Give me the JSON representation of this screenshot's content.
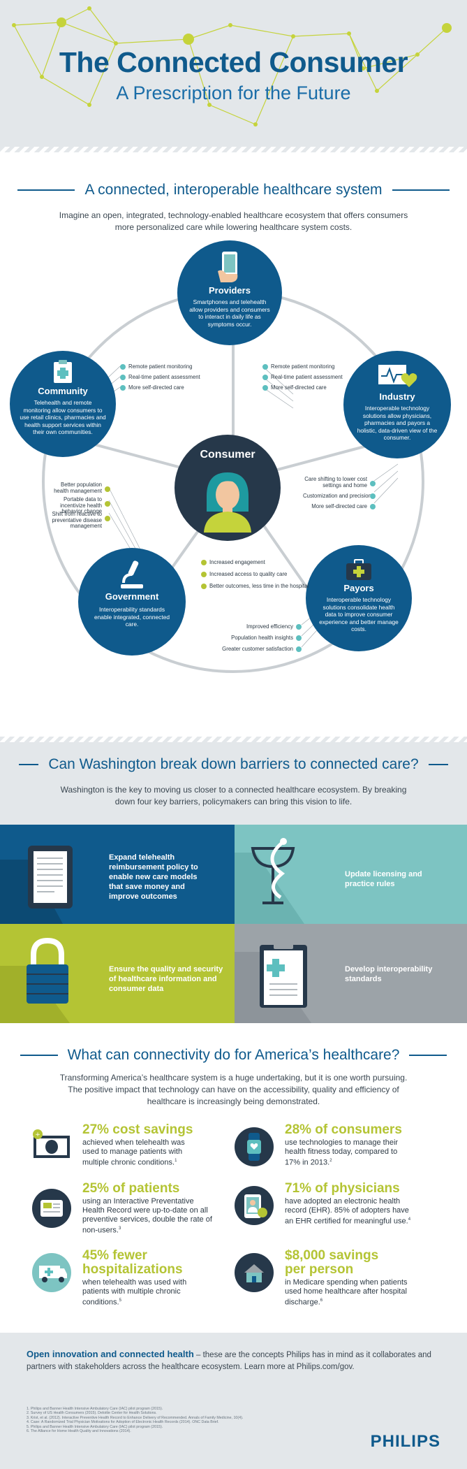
{
  "header": {
    "title": "The Connected Consumer",
    "subtitle": "A Prescription for the Future"
  },
  "ecosystem": {
    "heading": "A connected, interoperable healthcare system",
    "intro": "Imagine an open, integrated, technology-enabled healthcare ecosystem that offers consumers more personalized care while lowering healthcare system costs.",
    "consumer": {
      "title": "Consumer",
      "benefits": [
        "Increased engagement",
        "Increased access to quality care",
        "Better outcomes, less time in the hospital"
      ]
    },
    "providers": {
      "title": "Providers",
      "desc": "Smartphones and telehealth allow providers and consumers to interact in daily life as symptoms occur.",
      "benefits_left": [
        "Remote patient monitoring",
        "Real-time patient assessment",
        "More self-directed care"
      ],
      "benefits_right": [
        "Remote patient monitoring",
        "Real-time patient assessment",
        "More self-directed care"
      ]
    },
    "community": {
      "title": "Community",
      "desc": "Telehealth and remote monitoring allow consumers to use retail clinics, pharmacies and health support services within their own communities."
    },
    "industry": {
      "title": "Industry",
      "desc": "Interoperable technology solutions allow physicians, pharmacies and payors a holistic, data-driven view of the consumer.",
      "benefits": [
        "Care shifting to lower cost settings and home",
        "Customization and precision",
        "More self-directed care"
      ]
    },
    "government": {
      "title": "Government",
      "desc": "Interoperability standards enable integrated, connected care.",
      "benefits": [
        "Better population health management",
        "Portable data to incentivize health behavior change",
        "Shift from reactive to preventative disease management"
      ]
    },
    "payors": {
      "title": "Payors",
      "desc": "Interoperable technology solutions consolidate health data to improve consumer experience and better manage costs.",
      "benefits": [
        "Improved efficiency",
        "Population health insights",
        "Greater customer satisfaction"
      ]
    }
  },
  "barriers": {
    "heading": "Can Washington break down barriers to connected care?",
    "intro": "Washington is the key to moving us closer to a connected healthcare ecosystem. By breaking down four key barriers, policymakers can bring this vision to life.",
    "tiles": [
      {
        "text": "Expand telehealth reimbursement policy to enable new care models that save money and improve outcomes",
        "color": "#0f5a8c"
      },
      {
        "text": "Update licensing and practice rules",
        "color": "#7dc4c2"
      },
      {
        "text": "Ensure the quality and security of healthcare information and consumer data",
        "color": "#b4c434"
      },
      {
        "text": "Develop interoperability standards",
        "color": "#9ca3a8"
      }
    ]
  },
  "impact": {
    "heading": "What can connectivity do for America’s healthcare?",
    "intro": "Transforming America’s healthcare system is a huge undertaking, but it is one worth pursuing. The positive impact that technology can have on the accessibility, quality and efficiency of healthcare is increasingly being demonstrated.",
    "stats": [
      {
        "headline": "27% cost savings",
        "text": "achieved when telehealth was used to manage patients with multiple chronic conditions.",
        "ref": "1",
        "icon": "money-icon"
      },
      {
        "headline": "28% of consumers",
        "text": "use technologies to manage their health fitness today, compared to 17% in 2013.",
        "ref": "2",
        "icon": "fitness-tracker-icon"
      },
      {
        "headline": "25% of patients",
        "text": "using an Interactive Preventative Health Record were up-to-date on all preventive services, double the rate of non-users.",
        "ref": "3",
        "icon": "health-record-icon"
      },
      {
        "headline": "71% of physicians",
        "text": "have adopted an electronic health record (EHR). 85% of adopters have an EHR certified for meaningful use.",
        "ref": "4",
        "icon": "physician-tablet-icon"
      },
      {
        "headline": "45% fewer",
        "headline2": "hospitalizations",
        "text": "when telehealth was used with patients with multiple chronic conditions.",
        "ref": "5",
        "icon": "ambulance-icon"
      },
      {
        "headline": "$8,000 savings",
        "headline2": "per person",
        "text": "in Medicare spending when patients used home healthcare after hospital discharge.",
        "ref": "6",
        "icon": "home-icon"
      }
    ]
  },
  "footer": {
    "cta_bold": "Open innovation and connected health",
    "cta_text": " – these are the concepts Philips has in mind as it collaborates and partners with stakeholders across the healthcare ecosystem. Learn more at Philips.com/gov.",
    "references": [
      "1.  Philips and Banner Health Intensive Ambulatory Care (IAC) pilot program (2015).",
      "2.  Survey of US Health Consumers (2015). Deloitte Center for Health Solutions.",
      "3.  Krist, et al. (2012). Interactive Preventive Health Record to Enhance Delivery of Recommended. Annals of Family Medicine, 10(4).",
      "4.  Case: A Randomized Trial Physician Motivations for Adoption of Electronic Health Records (2014). ONC Data Brief.",
      "5.  Philips and Banner Health Intensive Ambulatory Care (IAC) pilot program (2015).",
      "6.  The Alliance for Home Health Quality and Innovations (2014)."
    ],
    "logo": "PHILIPS"
  },
  "colors": {
    "navy": "#0f5a8c",
    "dark": "#26384a",
    "teal": "#5dbfbf",
    "lime": "#b4c434",
    "gray_bg": "#e3e7ea"
  }
}
